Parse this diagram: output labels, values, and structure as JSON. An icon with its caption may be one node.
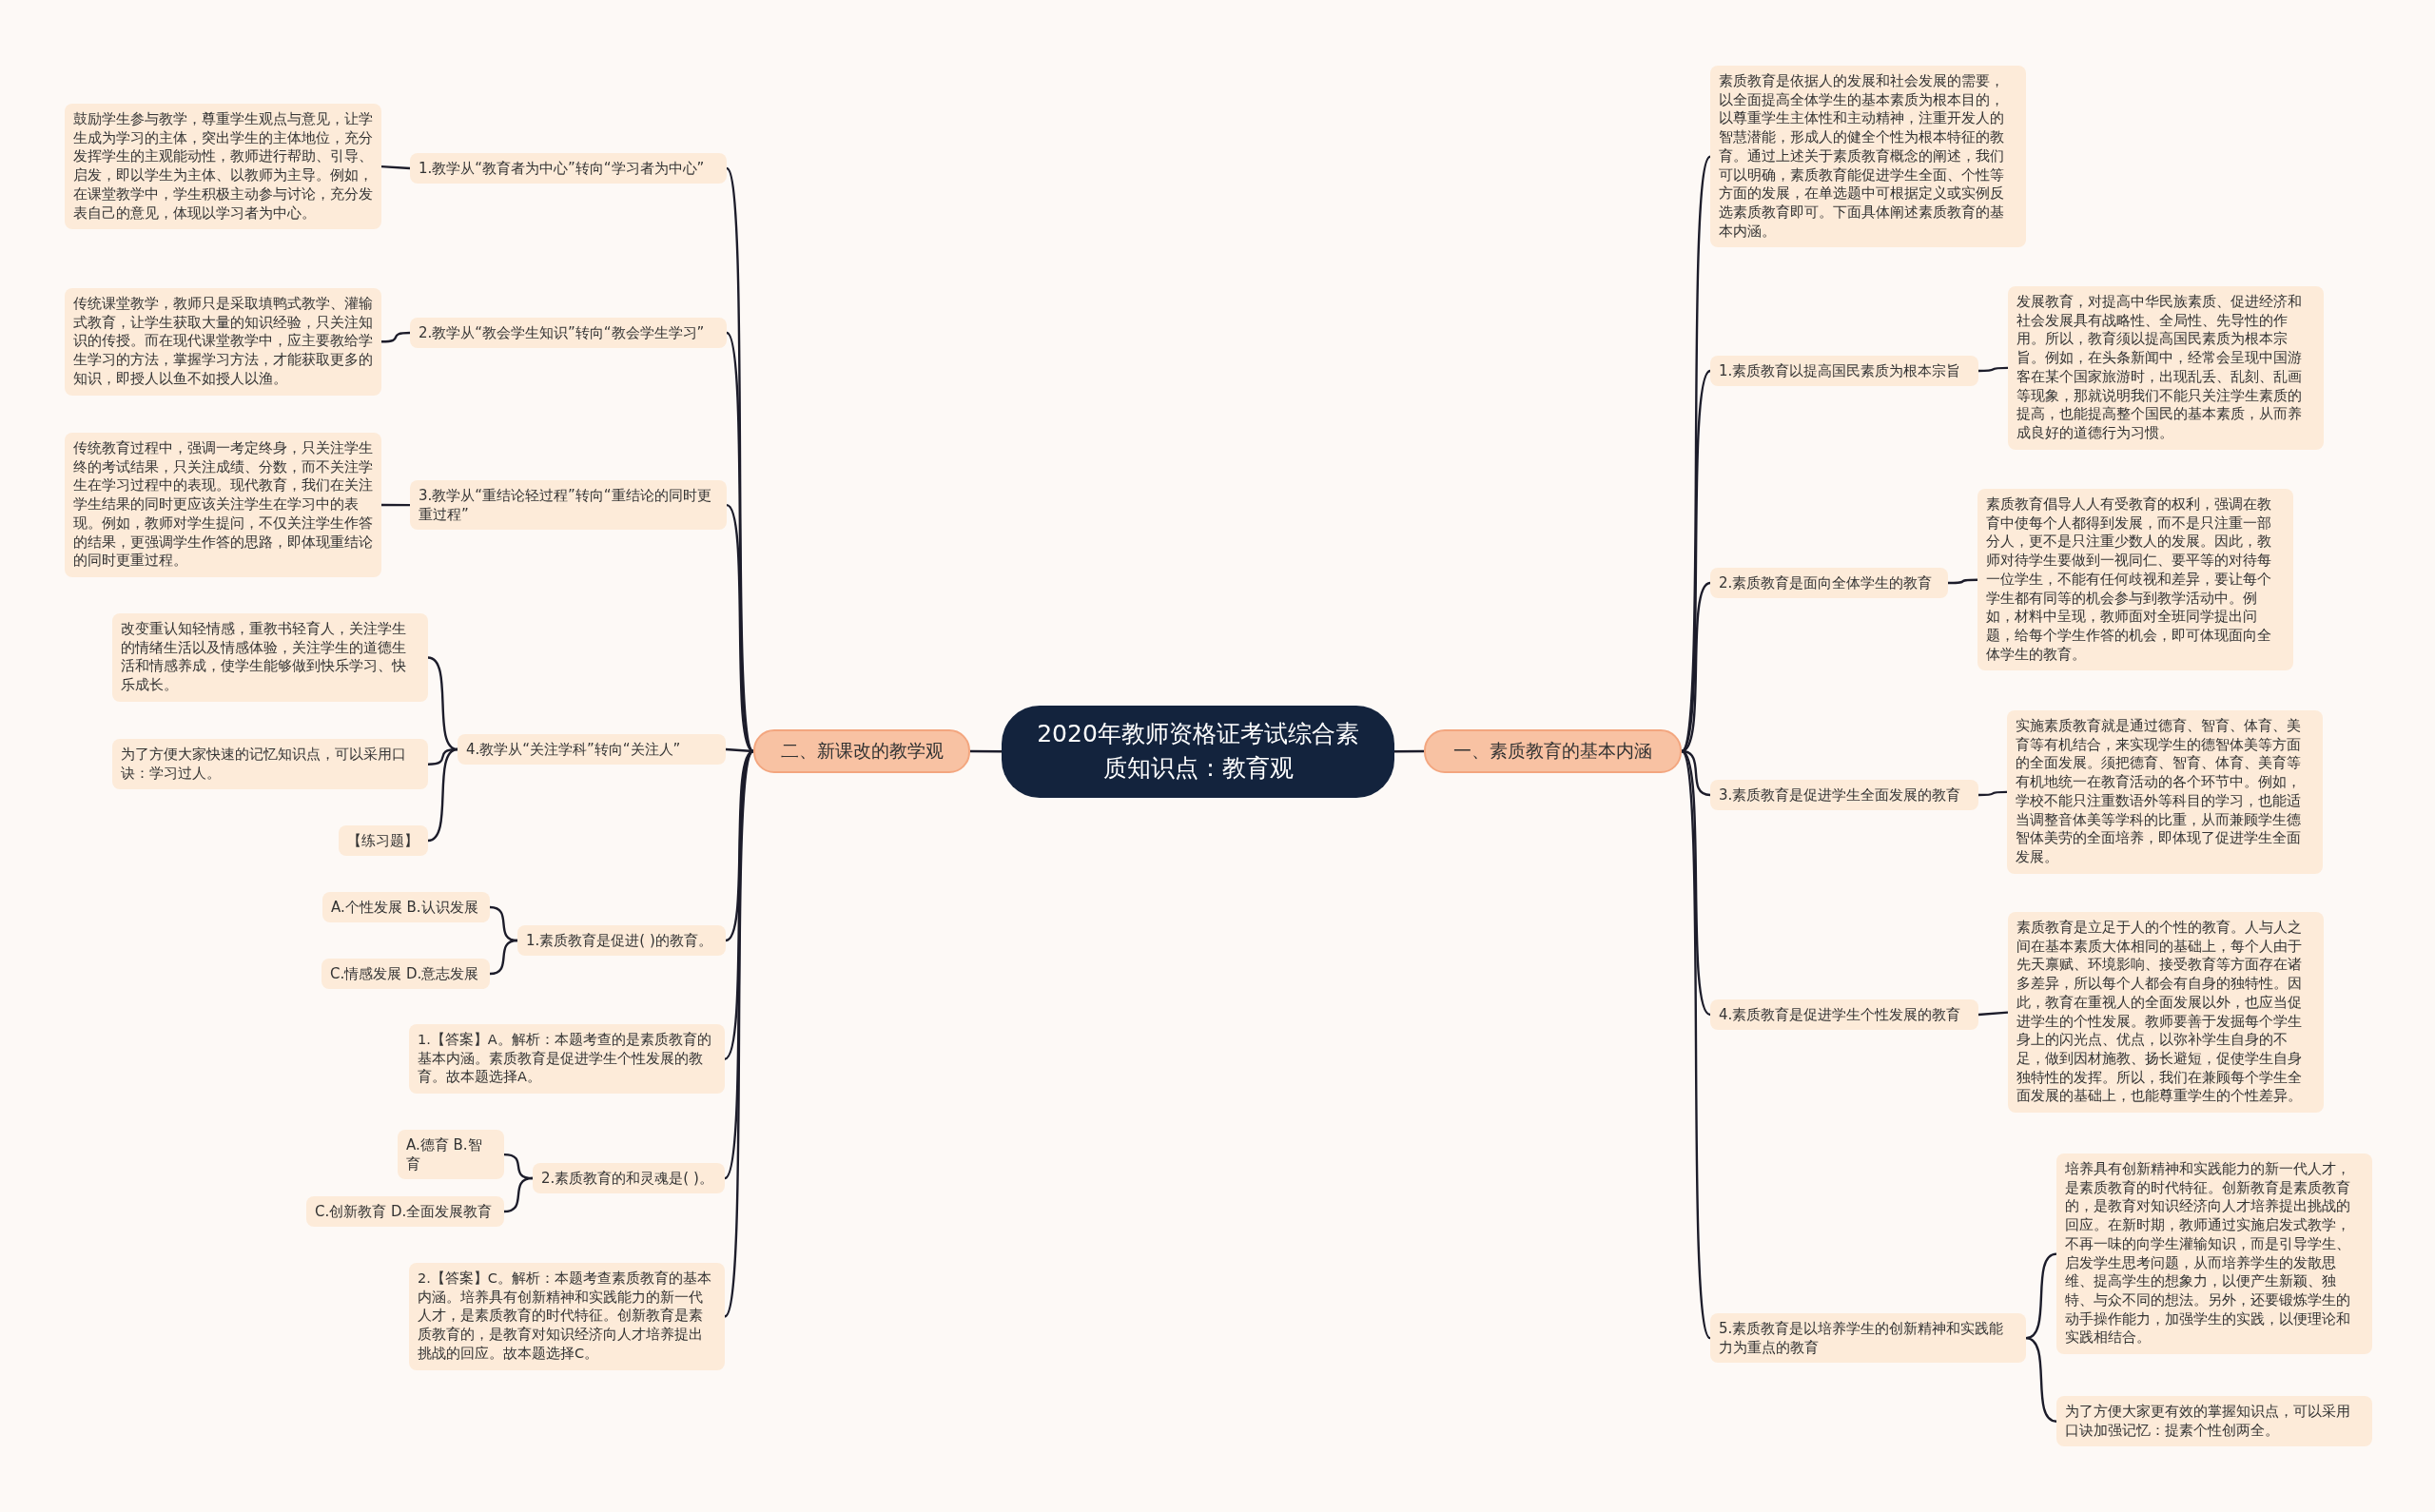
{
  "diagram": {
    "nodes": [
      {
        "text": [
          "2020年教师资格证考试综合素质知识点：教育观"
        ]
      },
      {
        "text": [
          "二、新课改的教学观"
        ]
      },
      {
        "text": [
          "1.教学从“教育者为中心”转向“学习者为中心”"
        ]
      },
      {
        "text": [
          "鼓励学生参与教学，尊重学生观点与意见，让学生成为学习的主体，突出学生的主体地位，充分发挥学生的主观能动性，教师进行帮助、引导、启发，即以学生为主体、以教师为主导。例如，在课堂教学中，学生积极主动参与讨论，充分发表自己的意见，体现以学习者为中心。"
        ]
      },
      {
        "text": [
          "2.教学从“教会学生知识”转向“教会学生学习”"
        ]
      },
      {
        "text": [
          "传统课堂教学，教师只是采取填鸭式教学、灌输式教育，让学生获取大量的知识经验，只关注知识的传授。而在现代课堂教学中，应主要教给学生学习的方法，掌握学习方法，才能获取更多的知识，即授人以鱼不如授人以渔。"
        ]
      },
      {
        "text": [
          "3.教学从“重结论轻过程”转向“重结论的同时更重过程”"
        ]
      },
      {
        "text": [
          "传统教育过程中，强调一考定终身，只关注学生终的考试结果，只关注成绩、分数，而不关注学生在学习过程中的表现。现代教育，我们在关注学生结果的同时更应该关注学生在学习中的表现。例如，教师对学生提问，不仅关注学生作答的结果，更强调学生作答的思路，即体现重结论的同时更重过程。"
        ]
      },
      {
        "text": [
          "4.教学从“关注学科”转向“关注人”"
        ]
      },
      {
        "text": [
          "改变重认知轻情感，重教书轻育人，关注学生的情绪生活以及情感体验，关注学生的道德生活和情感养成，使学生能够做到快乐学习、快乐成长。"
        ]
      },
      {
        "text": [
          "为了方便大家快速的记忆知识点，可以采用口诀：学习过人。"
        ]
      },
      {
        "text": [
          "【练习题】"
        ]
      },
      {
        "text": [
          "1.素质教育是促进( )的教育。"
        ]
      },
      {
        "text": [
          "A.个性发展 B.认识发展"
        ]
      },
      {
        "text": [
          "C.情感发展 D.意志发展"
        ]
      },
      {
        "text": [
          "1.【答案】A。解析：本题考查的是素质教育的基本内涵。素质教育是促进学生个性发展的教育。故本题选择A。"
        ]
      },
      {
        "text": [
          "2.素质教育的和灵魂是( )。"
        ]
      },
      {
        "text": [
          "A.德育 B.智育"
        ]
      },
      {
        "text": [
          "C.创新教育 D.全面发展教育"
        ]
      },
      {
        "text": [
          "2.【答案】C。解析：本题考查素质教育的基本内涵。培养具有创新精神和实践能力的新一代人才，是素质教育的时代特征。创新教育是素质教育的，是教育对知识经济向人才培养提出挑战的回应。故本题选择C。"
        ]
      },
      {
        "text": [
          "一、素质教育的基本内涵"
        ]
      },
      {
        "text": [
          "素质教育是依据人的发展和社会发展的需要，以全面提高全体学生的基本素质为根本目的，以尊重学生主体性和主动精神，注重开发人的智慧潜能，形成人的健全个性为根本特征的教育。通过上述关于素质教育概念的阐述，我们可以明确，素质教育能促进学生全面、个性等方面的发展，在单选题中可根据定义或实例反选素质教育即可。下面具体阐述素质教育的基本内涵。"
        ]
      },
      {
        "text": [
          "1.素质教育以提高国民素质为根本宗旨"
        ]
      },
      {
        "text": [
          "发展教育，对提高中华民族素质、促进经济和社会发展具有战略性、全局性、先导性的作用。所以，教育须以提高国民素质为根本宗旨。例如，在头条新闻中，经常会呈现中国游客在某个国家旅游时，出现乱丢、乱刻、乱画等现象，那就说明我们不能只关注学生素质的提高，也能提高整个国民的基本素质，从而养成良好的道德行为习惯。"
        ]
      },
      {
        "text": [
          "2.素质教育是面向全体学生的教育"
        ]
      },
      {
        "text": [
          "素质教育倡导人人有受教育的权利，强调在教育中使每个人都得到发展，而不是只注重一部分人，更不是只注重少数人的发展。因此，教师对待学生要做到一视同仁、要平等的对待每一位学生，不能有任何歧视和差异，要让每个学生都有同等的机会参与到教学活动中。例如，材料中呈现，教师面对全班同学提出问题，给每个学生作答的机会，即可体现面向全体学生的教育。"
        ]
      },
      {
        "text": [
          "3.素质教育是促进学生全面发展的教育"
        ]
      },
      {
        "text": [
          "实施素质教育就是通过德育、智育、体育、美育等有机结合，来实现学生的德智体美等方面的全面发展。须把德育、智育、体育、美育等有机地统一在教育活动的各个环节中。例如，学校不能只注重数语外等科目的学习，也能适当调整音体美等学科的比重，从而兼顾学生德智体美劳的全面培养，即体现了促进学生全面发展。"
        ]
      },
      {
        "text": [
          "4.素质教育是促进学生个性发展的教育"
        ]
      },
      {
        "text": [
          "素质教育是立足于人的个性的教育。人与人之间在基本素质大体相同的基础上，每个人由于先天禀赋、环境影响、接受教育等方面存在诸多差异，所以每个人都会有自身的独特性。因此，教育在重视人的全面发展以外，也应当促进学生的个性发展。教师要善于发掘每个学生身上的闪光点、优点，以弥补学生自身的不足，做到因材施教、扬长避短，促使学生自身独特性的发挥。所以，我们在兼顾每个学生全面发展的基础上，也能尊重学生的个性差异。"
        ]
      },
      {
        "text": [
          "5.素质教育是以培养学生的创新精神和实践能力为重点的教育"
        ]
      },
      {
        "text": [
          "培养具有创新精神和实践能力的新一代人才，是素质教育的时代特征。创新教育是素质教育的，是教育对知识经济向人才培养提出挑战的回应。在新时期，教师通过实施启发式教学，不再一味的向学生灌输知识，而是引导学生、启发学生思考问题，从而培养学生的发散思维、提高学生的想象力，以便产生新颖、独特、与众不同的想法。另外，还要锻炼学生的动手操作能力，加强学生的实践，以便理论和实践相结合。"
        ]
      },
      {
        "text": [
          "为了方便大家更有效的掌握知识点，可以采用口诀加强记忆：提素个性创两全。"
        ]
      }
    ],
    "edges": [
      {
        "from": 0,
        "to": 1,
        "arrow": "none"
      },
      {
        "from": 1,
        "to": 2,
        "arrow": "none"
      },
      {
        "from": 2,
        "to": 3,
        "arrow": "none"
      },
      {
        "from": 1,
        "to": 4,
        "arrow": "none"
      },
      {
        "from": 4,
        "to": 5,
        "arrow": "none"
      },
      {
        "from": 1,
        "to": 6,
        "arrow": "none"
      },
      {
        "from": 6,
        "to": 7,
        "arrow": "none"
      },
      {
        "from": 1,
        "to": 8,
        "arrow": "none"
      },
      {
        "from": 8,
        "to": 9,
        "arrow": "none"
      },
      {
        "from": 8,
        "to": 10,
        "arrow": "none"
      },
      {
        "from": 8,
        "to": 11,
        "arrow": "none"
      },
      {
        "from": 1,
        "to": 12,
        "arrow": "none"
      },
      {
        "from": 12,
        "to": 13,
        "arrow": "none"
      },
      {
        "from": 12,
        "to": 14,
        "arrow": "none"
      },
      {
        "from": 1,
        "to": 15,
        "arrow": "none"
      },
      {
        "from": 1,
        "to": 16,
        "arrow": "none"
      },
      {
        "from": 16,
        "to": 17,
        "arrow": "none"
      },
      {
        "from": 16,
        "to": 18,
        "arrow": "none"
      },
      {
        "from": 1,
        "to": 19,
        "arrow": "none"
      },
      {
        "from": 0,
        "to": 20,
        "arrow": "none"
      },
      {
        "from": 20,
        "to": 21,
        "arrow": "none"
      },
      {
        "from": 20,
        "to": 22,
        "arrow": "none"
      },
      {
        "from": 22,
        "to": 23,
        "arrow": "none"
      },
      {
        "from": 20,
        "to": 24,
        "arrow": "none"
      },
      {
        "from": 24,
        "to": 25,
        "arrow": "none"
      },
      {
        "from": 20,
        "to": 26,
        "arrow": "none"
      },
      {
        "from": 26,
        "to": 27,
        "arrow": "none"
      },
      {
        "from": 20,
        "to": 28,
        "arrow": "none"
      },
      {
        "from": 28,
        "to": 29,
        "arrow": "none"
      },
      {
        "from": 20,
        "to": 30,
        "arrow": "none"
      },
      {
        "from": 30,
        "to": 31,
        "arrow": "none"
      },
      {
        "from": 30,
        "to": 32,
        "arrow": "none"
      }
    ]
  }
}
